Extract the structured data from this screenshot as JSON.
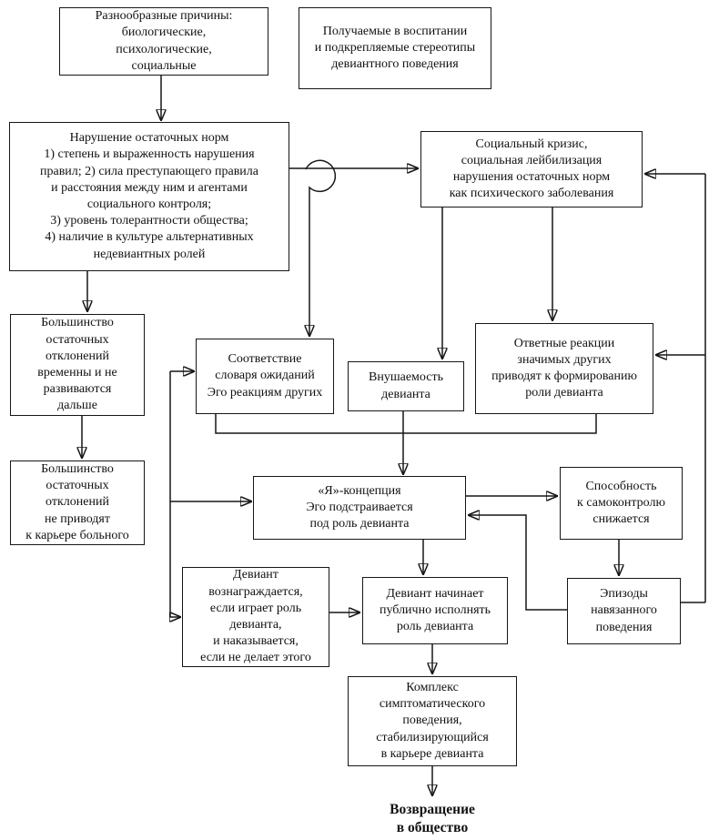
{
  "page": {
    "background_color": "#ffffff",
    "line_color": "#161616",
    "text_color": "#111111"
  },
  "diagram": {
    "type": "flowchart",
    "language": "ru",
    "nodes": {
      "causes": "Разнообразные причины:\nбиологические,\nпсихологические,\nсоциальные",
      "stereotypes": "Получаемые в воспитании\nи подкрепляемые стереотипы\nдевиантного поведения",
      "violation": "Нарушение остаточных норм\n1) степень и выраженность нарушения\nправил; 2) сила преступающего правила\nи расстояния между ним и агентами\nсоциального контроля;\n3) уровень толерантности общества;\n4) наличие в культуре альтернативных\nнедевиантных ролей",
      "crisis": "Социальный кризис,\nсоциальная лейбилизация\nнарушения остаточных норм\nкак психического заболевания",
      "majority_temporary": "Большинство\nостаточных\nотклонений\nвременны и не\nразвиваются\nдальше",
      "majority_no_career": "Большинство\nостаточных\nотклонений\nне приводят\nк карьере больного",
      "correspondence": "Соответствие\nсловаря ожиданий\nЭго реакциям других",
      "suggestibility": "Внушаемость\nдевианта",
      "reactions": "Ответные реакции\nзначимых других\nприводят к формированию\nроли девианта",
      "self_concept": "«Я»-концепция\nЭго подстраивается\nпод роль девианта",
      "self_control": "Способность\nк самоконтролю\nснижается",
      "episodes": "Эпизоды\nнавязанного\nповедения",
      "rewarded": "Девиант\nвознаграждается,\nесли играет роль\nдевианта,\nи наказывается,\nесли не делает этого",
      "public_role": "Девиант начинает\nпублично исполнять\nроль девианта",
      "complex": "Комплекс\nсимптоматического\nповедения,\nстабилизирующийся\nв карьере девианта",
      "return_to_society": "Возвращение\nв общество"
    }
  }
}
